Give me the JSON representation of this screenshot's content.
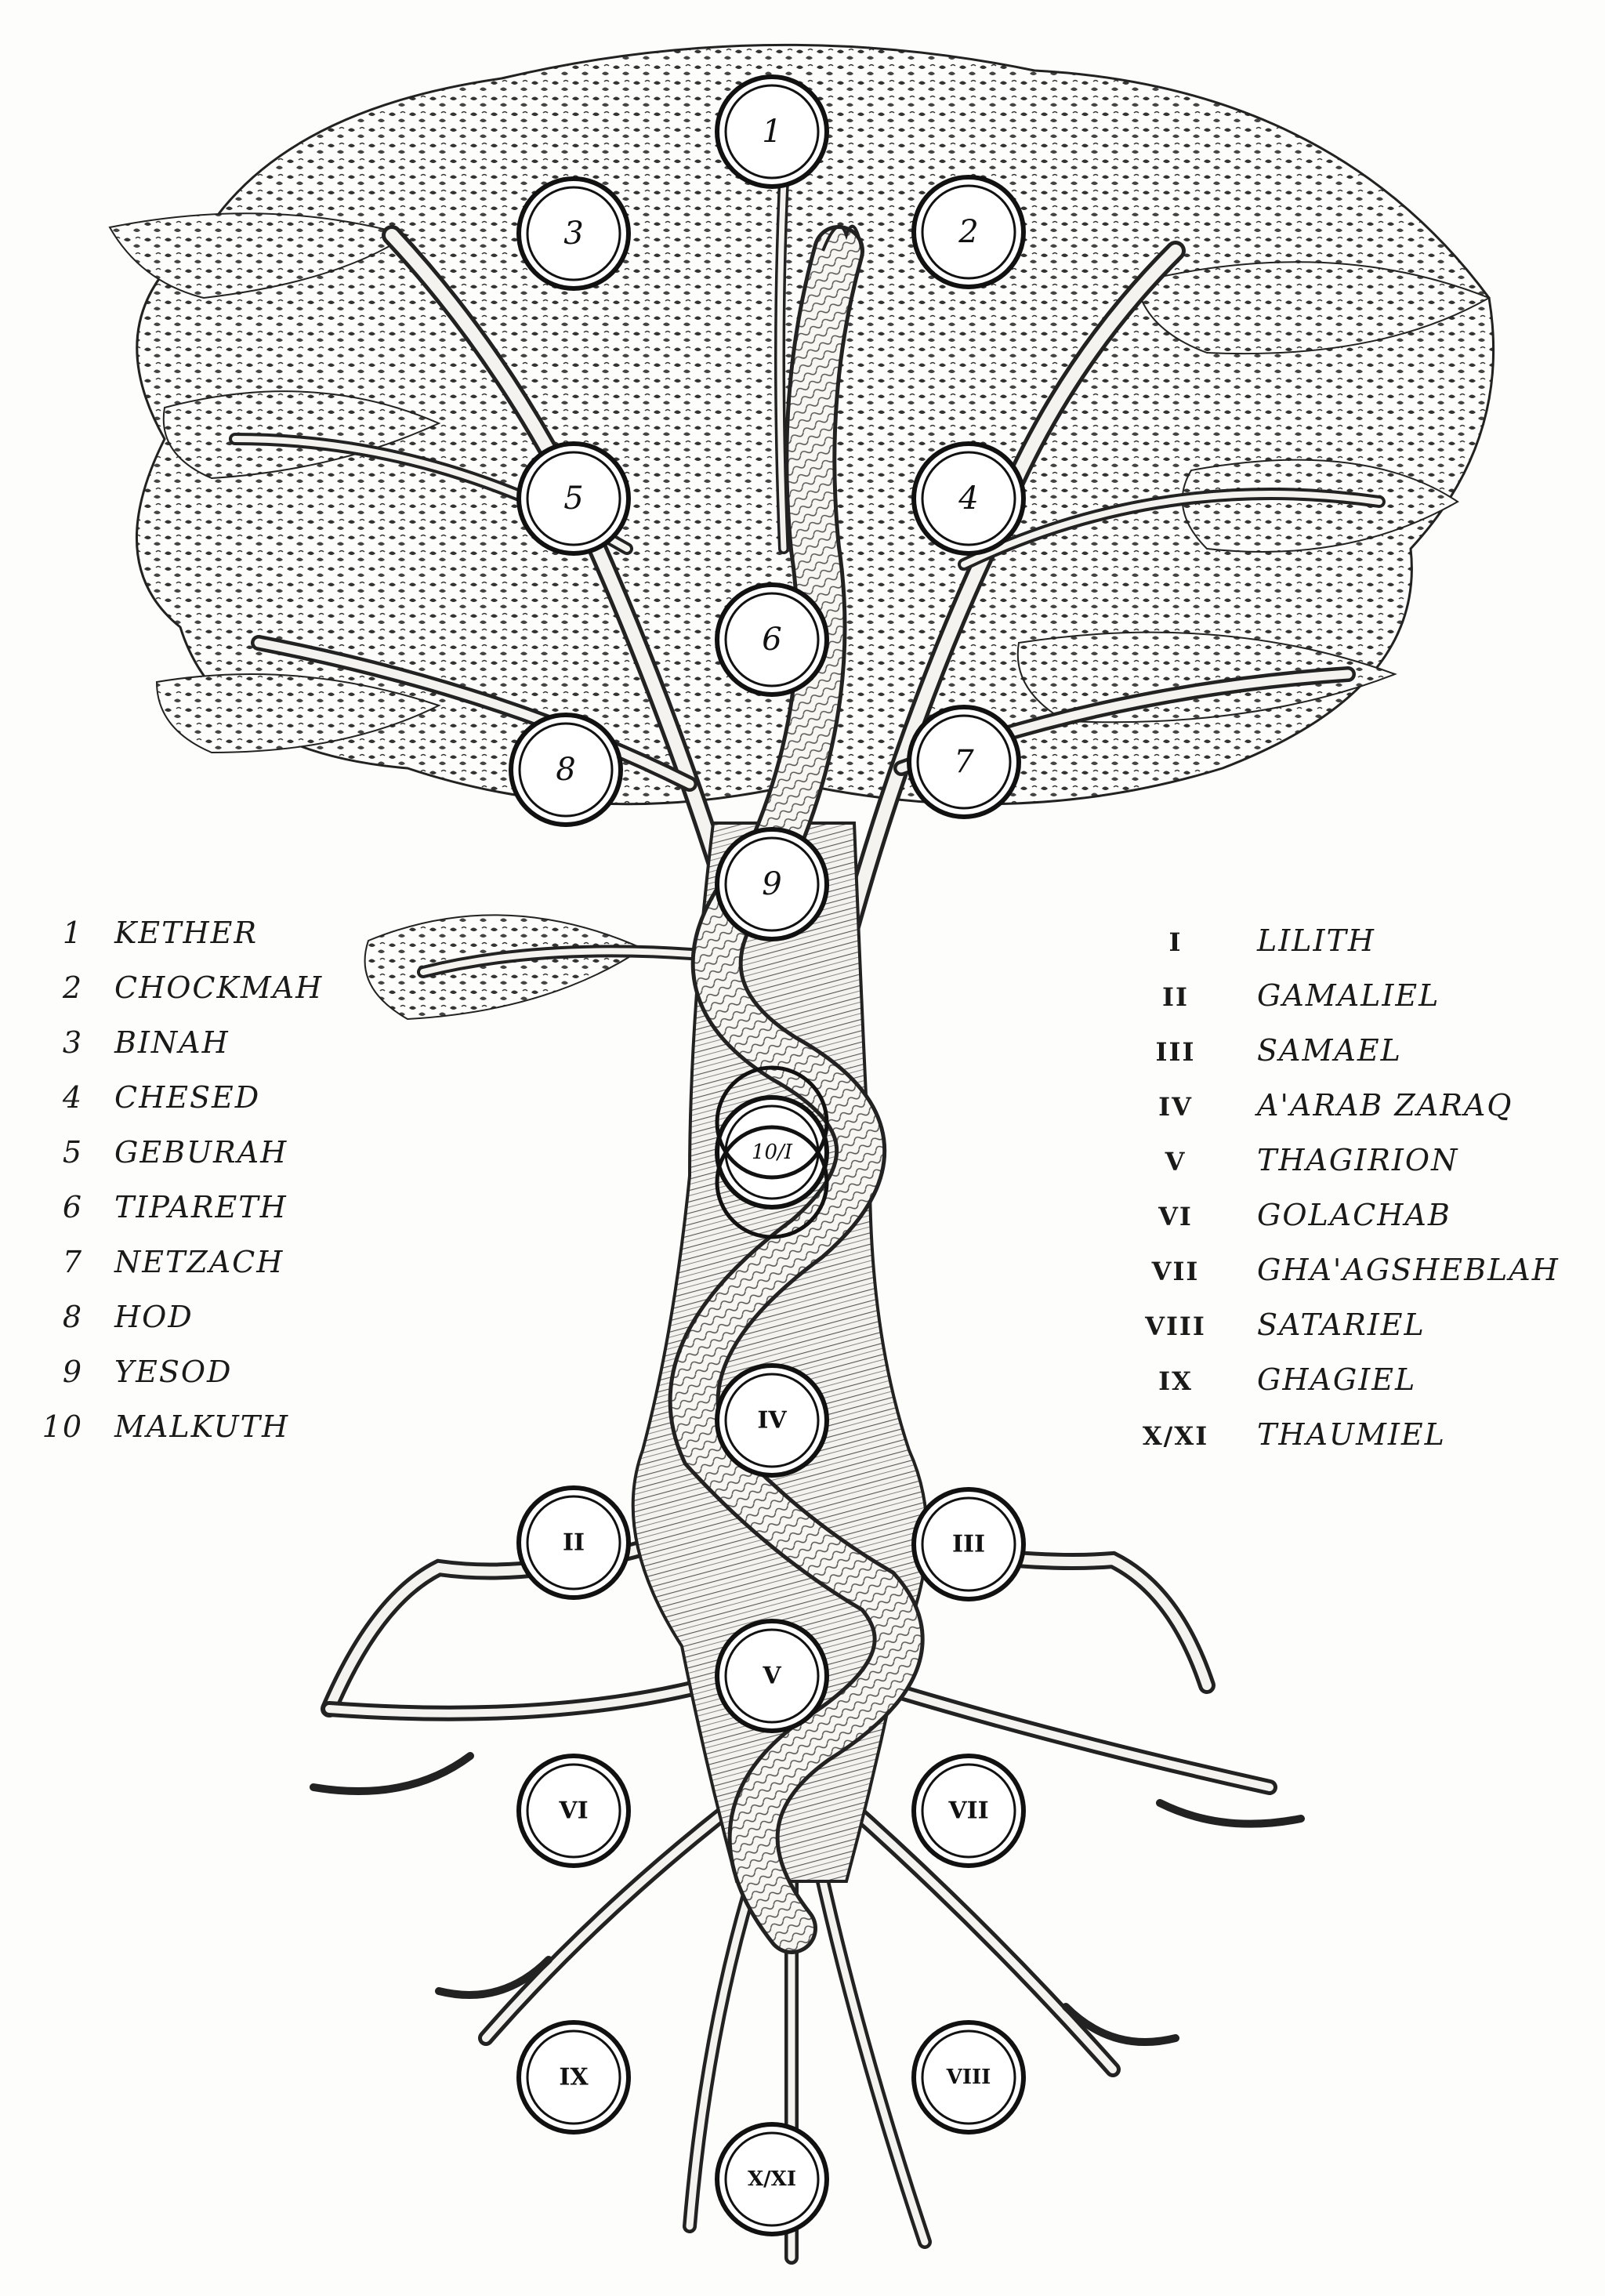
{
  "sephiroth_legend": [
    {
      "num": "1",
      "name": "KETHER"
    },
    {
      "num": "2",
      "name": "CHOCKMAH"
    },
    {
      "num": "3",
      "name": "BINAH"
    },
    {
      "num": "4",
      "name": "CHESED"
    },
    {
      "num": "5",
      "name": "GEBURAH"
    },
    {
      "num": "6",
      "name": "TIPARETH"
    },
    {
      "num": "7",
      "name": "NETZACH"
    },
    {
      "num": "8",
      "name": "HOD"
    },
    {
      "num": "9",
      "name": "YESOD"
    },
    {
      "num": "10",
      "name": "MALKUTH"
    }
  ],
  "qliphoth_legend": [
    {
      "num": "I",
      "name": "LILITH"
    },
    {
      "num": "II",
      "name": "GAMALIEL"
    },
    {
      "num": "III",
      "name": "SAMAEL"
    },
    {
      "num": "IV",
      "name": "A'ARAB ZARAQ"
    },
    {
      "num": "V",
      "name": "THAGIRION"
    },
    {
      "num": "VI",
      "name": "GOLACHAB"
    },
    {
      "num": "VII",
      "name": "GHA'AGSHEBLAH"
    },
    {
      "num": "VIII",
      "name": "SATARIEL"
    },
    {
      "num": "IX",
      "name": "GHAGIEL"
    },
    {
      "num": "X/XI",
      "name": "THAUMIEL"
    }
  ],
  "upper_nodes": [
    {
      "label": "1"
    },
    {
      "label": "3"
    },
    {
      "label": "2"
    },
    {
      "label": "5"
    },
    {
      "label": "4"
    },
    {
      "label": "6"
    },
    {
      "label": "8"
    },
    {
      "label": "7"
    },
    {
      "label": "9"
    },
    {
      "label": "10/I"
    }
  ],
  "lower_nodes": [
    {
      "label": "II"
    },
    {
      "label": "III"
    },
    {
      "label": "IV"
    },
    {
      "label": "V"
    },
    {
      "label": "VII"
    },
    {
      "label": "VI"
    },
    {
      "label": "IX"
    },
    {
      "label": "VIII"
    },
    {
      "label": "X/XI"
    }
  ],
  "colors": {
    "ink": "#1a1a1a",
    "paper": "#fdfdfc",
    "foliage": "#2b2b2b",
    "bark": "#3a3a3a"
  }
}
